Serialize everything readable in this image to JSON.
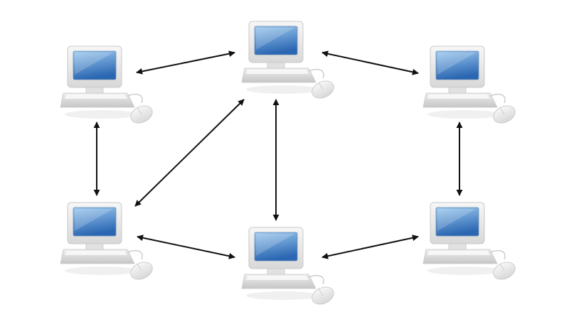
{
  "diagram": {
    "type": "peer-to-peer network",
    "palette": {
      "background": "#ffffff",
      "case_light": "#f4f4f4",
      "case_mid": "#e1e1e1",
      "case_dark": "#c9c9c9",
      "screen_top": "#9bc8ee",
      "screen_bottom": "#2a66b2",
      "arrow": "#111111"
    },
    "nodes": [
      {
        "id": "top-left",
        "icon": "desktop-computer-icon"
      },
      {
        "id": "top-center",
        "icon": "desktop-computer-icon"
      },
      {
        "id": "top-right",
        "icon": "desktop-computer-icon"
      },
      {
        "id": "bottom-left",
        "icon": "desktop-computer-icon"
      },
      {
        "id": "bottom-center",
        "icon": "desktop-computer-icon"
      },
      {
        "id": "bottom-right",
        "icon": "desktop-computer-icon"
      }
    ],
    "connections": [
      {
        "from": "top-left",
        "to": "top-center",
        "direction": "bidirectional"
      },
      {
        "from": "top-center",
        "to": "top-right",
        "direction": "bidirectional"
      },
      {
        "from": "top-left",
        "to": "bottom-left",
        "direction": "bidirectional"
      },
      {
        "from": "top-center",
        "to": "bottom-left",
        "direction": "bidirectional"
      },
      {
        "from": "top-center",
        "to": "bottom-center",
        "direction": "bidirectional"
      },
      {
        "from": "top-right",
        "to": "bottom-right",
        "direction": "bidirectional"
      },
      {
        "from": "bottom-left",
        "to": "bottom-center",
        "direction": "bidirectional"
      },
      {
        "from": "bottom-center",
        "to": "bottom-right",
        "direction": "bidirectional"
      }
    ]
  }
}
